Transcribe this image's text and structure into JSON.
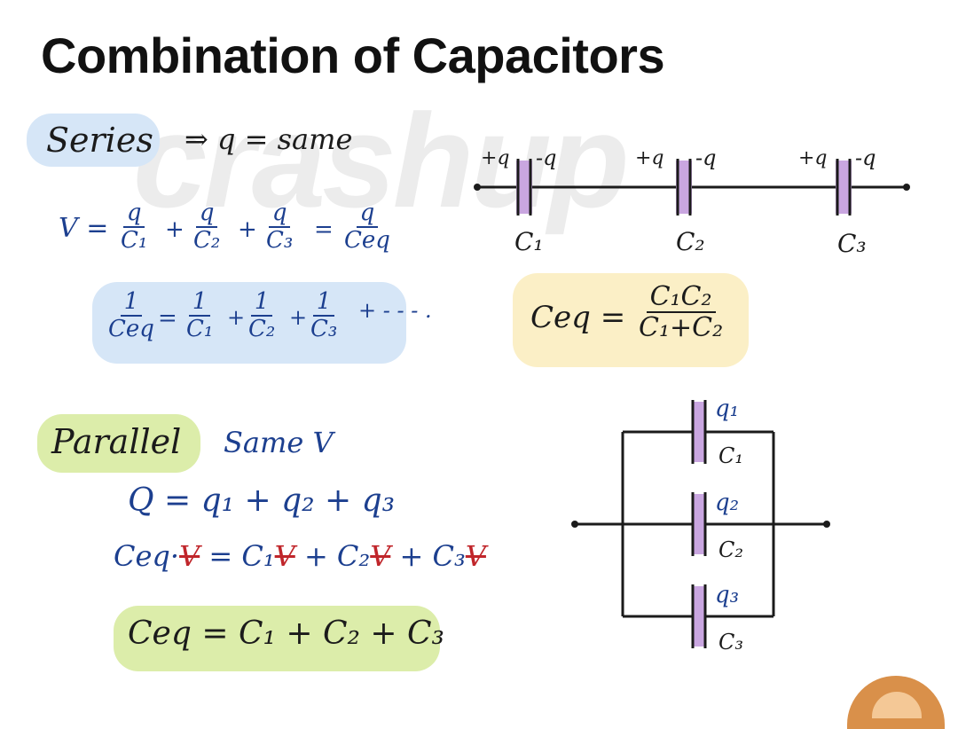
{
  "title": "Combination of Capacitors",
  "watermark": "crashup",
  "colors": {
    "series_highlight": "#d6e6f7",
    "ceq_highlight": "#fbefc6",
    "parallel_highlight": "#dcedaa",
    "ink": "#1c3f8f",
    "capacitor_plate": "#c9a6e0",
    "strike": "#c0262b"
  },
  "series": {
    "label": "Series",
    "charge_rule": "⇒ q = same",
    "voltage_eq": {
      "lhs": "V =",
      "terms": [
        {
          "num": "q",
          "den": "C₁"
        },
        {
          "num": "q",
          "den": "C₂"
        },
        {
          "num": "q",
          "den": "C₃"
        }
      ],
      "rhs": {
        "num": "q",
        "den": "Ceq"
      }
    },
    "reciprocal_eq": {
      "lhs": {
        "num": "1",
        "den": "Ceq"
      },
      "terms": [
        {
          "num": "1",
          "den": "C₁"
        },
        {
          "num": "1",
          "den": "C₂"
        },
        {
          "num": "1",
          "den": "C₃"
        }
      ],
      "tail": "+ - - - ."
    },
    "two_cap_formula": {
      "lhs": "Ceq =",
      "num": "C₁C₂",
      "den": "C₁+C₂"
    },
    "circuit": {
      "capacitors": [
        {
          "name": "C₁",
          "plus": "+q",
          "minus": "-q"
        },
        {
          "name": "C₂",
          "plus": "+q",
          "minus": "-q"
        },
        {
          "name": "C₃",
          "plus": "+q",
          "minus": "-q"
        }
      ]
    }
  },
  "parallel": {
    "label": "Parallel",
    "rule": "Same V",
    "charge_eq": "Q = q₁ + q₂ + q₃",
    "ceq_v_eq": {
      "lhs": "Ceq·",
      "lhs_v": "V",
      "rhs_1": "= C₁",
      "v1": "V",
      "rhs_2": "+ C₂",
      "v2": "V",
      "rhs_3": "+ C₃",
      "v3": "V"
    },
    "result": "Ceq = C₁ + C₂ + C₃",
    "circuit": {
      "capacitors": [
        {
          "charge": "q₁",
          "name": "C₁"
        },
        {
          "charge": "q₂",
          "name": "C₂"
        },
        {
          "charge": "q₃",
          "name": "C₃"
        }
      ]
    }
  }
}
